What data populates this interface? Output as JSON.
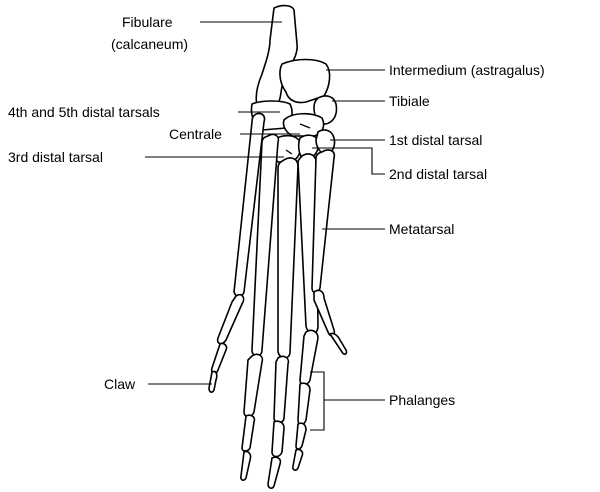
{
  "labels": {
    "fibulare_1": "Fibulare",
    "fibulare_2": "(calcaneum)",
    "intermedium": "Intermedium  (astragalus)",
    "distal_tarsals_4_5": "4th and 5th distal tarsals",
    "tibiale": "Tibiale",
    "centrale": "Centrale",
    "first_distal_tarsal": "1st distal tarsal",
    "third_distal_tarsal": "3rd distal tarsal",
    "second_distal_tarsal": "2nd distal tarsal",
    "metatarsal": "Metatarsal",
    "claw": "Claw",
    "phalanges": "Phalanges"
  }
}
